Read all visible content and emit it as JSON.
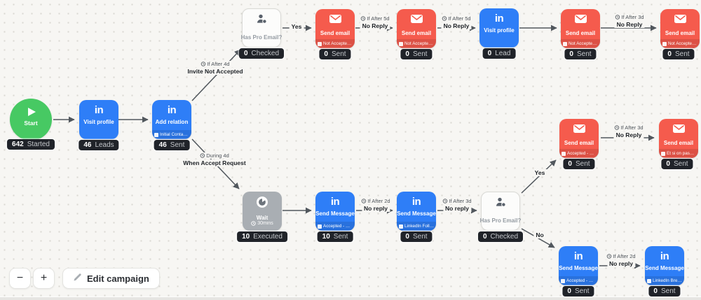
{
  "canvas": {
    "background": "#f7f6f3"
  },
  "colors": {
    "blue": "#2e7ef7",
    "red": "#f55b4d",
    "green": "#47c963",
    "gray": "#a9aeb3",
    "badge_bg": "#202329",
    "edge": "#51575d"
  },
  "icons": {
    "linkedin": "in",
    "play": "play-triangle",
    "envelope": "envelope",
    "user_check": "person-with-badge",
    "clock": "clock",
    "pencil": "pencil",
    "template": "template-square"
  },
  "nodes": {
    "start": {
      "title": "Start",
      "count": "642",
      "label": "Started"
    },
    "visit_main": {
      "title": "Visit profile",
      "count": "46",
      "label": "Leads"
    },
    "add_relation": {
      "title": "Add relation",
      "subtitle": "Initial Contact ...",
      "count": "46",
      "label": "Sent"
    },
    "has_pro_top": {
      "title": "Has Pro Email?",
      "count": "0",
      "label": "Checked"
    },
    "email_t1": {
      "title": "Send email",
      "subtitle": "Not Accepted - ...",
      "count": "0",
      "label": "Sent"
    },
    "email_t2": {
      "title": "Send email",
      "subtitle": "Not Accepted - ...",
      "count": "0",
      "label": "Sent"
    },
    "visit_top": {
      "title": "Visit profile",
      "count": "0",
      "label": "Lead"
    },
    "email_t3": {
      "title": "Send email",
      "subtitle": "Not Accepted - ...",
      "count": "0",
      "label": "Sent"
    },
    "email_t4": {
      "title": "Send email",
      "subtitle": "Not Accepted - ...",
      "count": "0",
      "label": "Sent"
    },
    "wait": {
      "title": "Wait",
      "subtitle": "30mins",
      "count": "10",
      "label": "Executed"
    },
    "msg1": {
      "title": "Send Message",
      "subtitle": "Accepted - DM ...",
      "count": "10",
      "label": "Sent"
    },
    "msg2": {
      "title": "Send Message",
      "subtitle": "LinkedIn Follow...",
      "count": "0",
      "label": "Sent"
    },
    "has_pro_mid": {
      "title": "Has Pro Email?",
      "count": "0",
      "label": "Checked"
    },
    "email_r1": {
      "title": "Send email",
      "subtitle": "Accepted - Em...",
      "count": "0",
      "label": "Sent"
    },
    "email_r2": {
      "title": "Send email",
      "subtitle": "Et si on passait ...",
      "count": "0",
      "label": "Sent"
    },
    "msg3": {
      "title": "Send Message",
      "subtitle": "Accepted - DM ...",
      "count": "0",
      "label": "Sent"
    },
    "msg4": {
      "title": "Send Message",
      "subtitle": "LinkedIn Break...",
      "count": "0",
      "label": "Sent"
    }
  },
  "edges": {
    "invite": {
      "timer": "If After 4d",
      "condition": "Invite Not Accepted"
    },
    "accept": {
      "timer": "During 4d",
      "condition": "When Accept Request"
    },
    "yes_top": {
      "condition": "Yes"
    },
    "t1": {
      "timer": "If After 5d",
      "condition": "No Reply"
    },
    "t2": {
      "timer": "If After 5d",
      "condition": "No Reply"
    },
    "t3": {
      "timer": "If After 3d",
      "condition": "No Reply"
    },
    "m1": {
      "timer": "If After 2d",
      "condition": "No reply"
    },
    "m2": {
      "timer": "If After 3d",
      "condition": "No reply"
    },
    "yes_right": {
      "condition": "Yes"
    },
    "no_right": {
      "condition": "No"
    },
    "r1": {
      "timer": "If After 3d",
      "condition": "No Reply"
    },
    "b1": {
      "timer": "If After 2d",
      "condition": "No reply"
    }
  },
  "controls": {
    "zoom_out": "−",
    "zoom_in": "+",
    "edit_campaign": "Edit campaign"
  }
}
